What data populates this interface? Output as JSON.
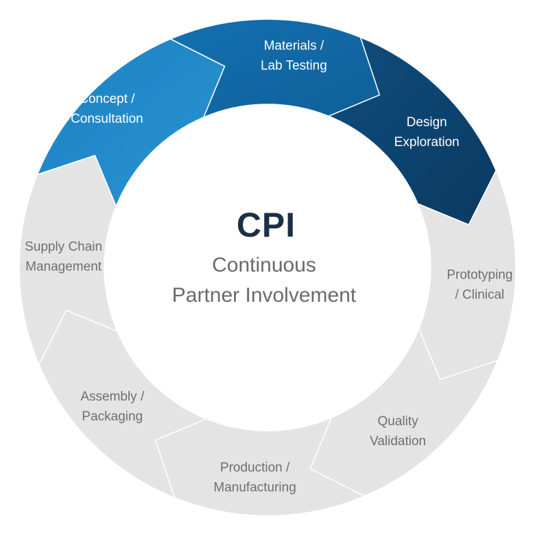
{
  "center": {
    "title": "CPI",
    "subtitle_line1": "Continuous",
    "subtitle_line2": "Partner Involvement"
  },
  "colors": {
    "inactive_segment": "#e4e4e4",
    "inactive_text": "#6f6f6f",
    "active_text": "#ffffff",
    "title_text": "#1e2f44",
    "subtitle_text": "#6a6a6a"
  },
  "segments": [
    {
      "id": "concept",
      "line1": "Concept /",
      "line2": "Consultation",
      "state": "active",
      "fill_from": "#1c82c4",
      "fill_to": "#2a93d0"
    },
    {
      "id": "materials",
      "line1": "Materials /",
      "line2": "Lab Testing",
      "state": "active",
      "fill_from": "#1470b0",
      "fill_to": "#0f5f99"
    },
    {
      "id": "design",
      "line1": "Design",
      "line2": "Exploration",
      "state": "active",
      "fill_from": "#0f4d7d",
      "fill_to": "#0a3a61"
    },
    {
      "id": "prototyping",
      "line1": "Prototyping",
      "line2": "/ Clinical",
      "state": "inactive"
    },
    {
      "id": "quality",
      "line1": "Quality",
      "line2": "Validation",
      "state": "inactive"
    },
    {
      "id": "production",
      "line1": "Production /",
      "line2": "Manufacturing",
      "state": "inactive"
    },
    {
      "id": "assembly",
      "line1": "Assembly /",
      "line2": "Packaging",
      "state": "inactive"
    },
    {
      "id": "supply",
      "line1": "Supply Chain",
      "line2": "Management",
      "state": "inactive"
    }
  ]
}
